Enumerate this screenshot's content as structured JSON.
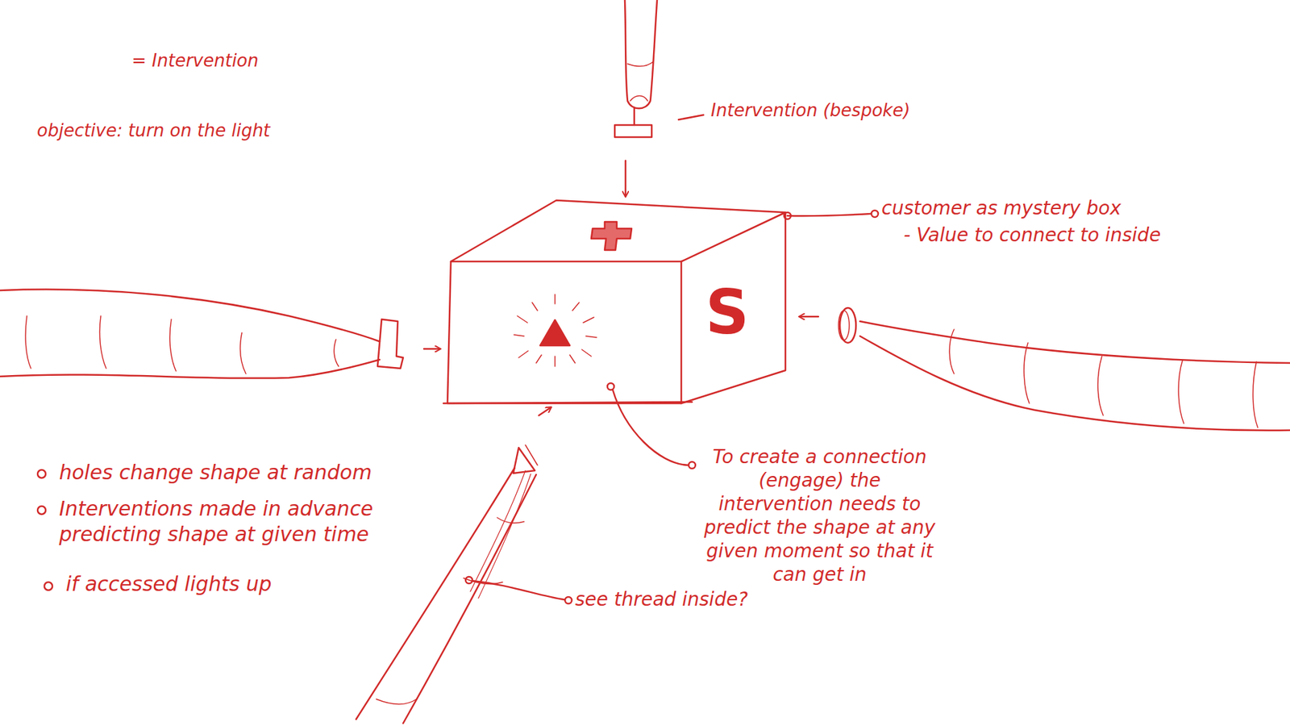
{
  "diagram": {
    "labels": [
      "= Intervention",
      "objective: turn on the light",
      "Intervention (bespoke)",
      "customer as mystery box",
      "- Value to connect to inside",
      "S",
      "holes change shape at random",
      "Interventions made in advance predicting shape at given time",
      "if accessed lights up",
      "To create a connection (engage) the intervention needs to predict the shape at any given moment so that it can get in",
      "see thread inside?"
    ]
  }
}
